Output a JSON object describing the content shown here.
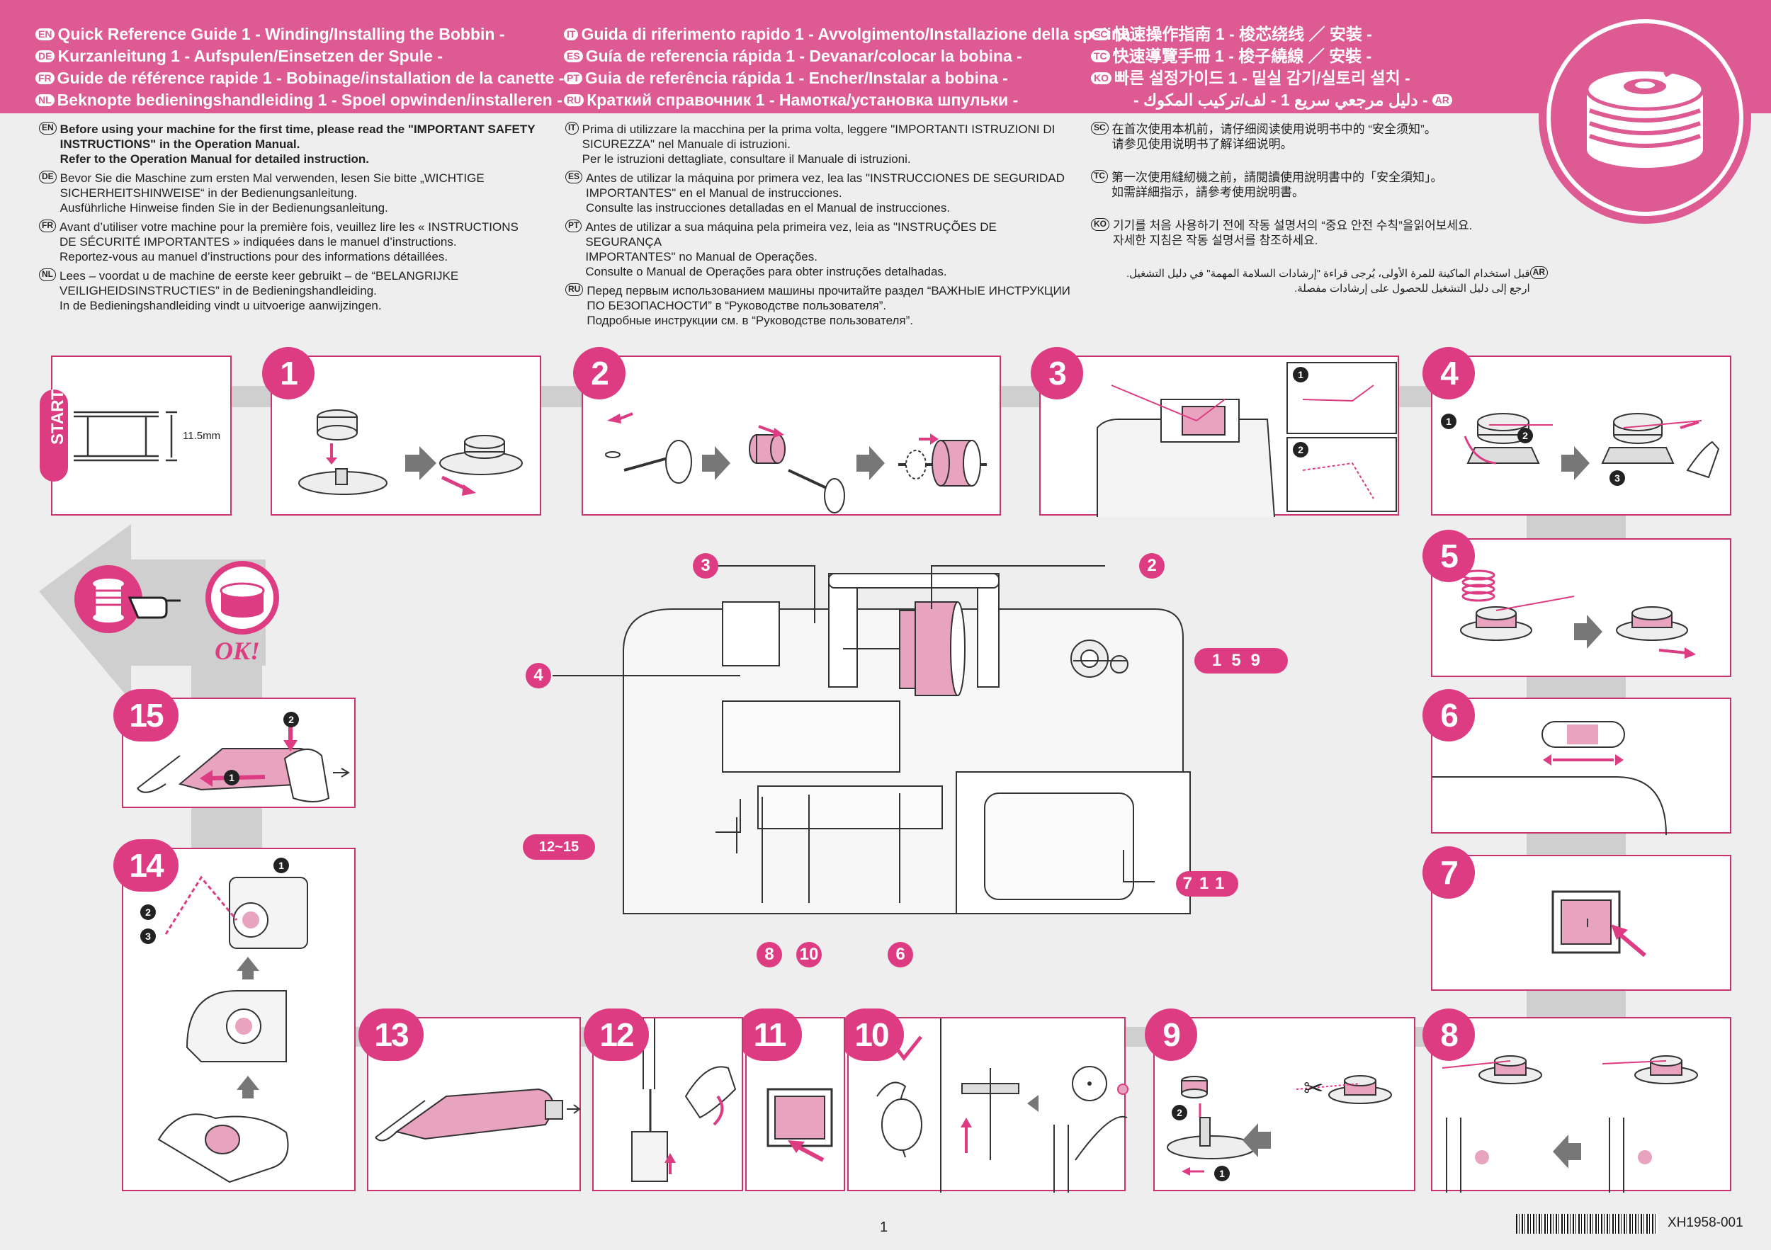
{
  "header": {
    "col1": [
      {
        "code": "EN",
        "text": "Quick Reference Guide 1 - Winding/Installing the Bobbin -"
      },
      {
        "code": "DE",
        "text": "Kurzanleitung 1 - Aufspulen/Einsetzen der Spule -"
      },
      {
        "code": "FR",
        "text": "Guide de référence rapide 1 - Bobinage/installation de la canette -"
      },
      {
        "code": "NL",
        "text": "Beknopte bedieningshandleiding 1 - Spoel opwinden/installeren -"
      }
    ],
    "col2": [
      {
        "code": "IT",
        "text": "Guida di riferimento rapido 1 - Avvolgimento/Installazione della spolina -"
      },
      {
        "code": "ES",
        "text": "Guía de referencia rápida 1 - Devanar/colocar la bobina -"
      },
      {
        "code": "PT",
        "text": "Guia de referência rápida 1 - Encher/Instalar a bobina -"
      },
      {
        "code": "RU",
        "text": "Краткий справочник 1 - Намотка/установка шпульки -"
      }
    ],
    "col3": [
      {
        "code": "SC",
        "text": "快速操作指南 1 - 梭芯绕线 ／ 安装 -"
      },
      {
        "code": "TC",
        "text": "快速導覽手冊 1 - 梭子繞線 ／ 安裝 -"
      },
      {
        "code": "KO",
        "text": "빠른 설정가이드 1 - 밑실 감기/실토리 설치 -"
      },
      {
        "code": "AR",
        "text": "- دليل مرجعي سريع 1 - لف/تركيب المكوك -"
      }
    ]
  },
  "intro": {
    "col1": [
      {
        "code": "EN",
        "text": "Before using your machine for the first time, please read the \"IMPORTANT SAFETY\nINSTRUCTIONS\" in the Operation Manual.\nRefer to the Operation Manual for detailed instruction.",
        "bold": true
      },
      {
        "code": "DE",
        "text": "Bevor Sie die Maschine zum ersten Mal verwenden, lesen Sie bitte „WICHTIGE\nSICHERHEITSHINWEISE“ in der Bedienungsanleitung.\nAusführliche Hinweise finden Sie in der Bedienungsanleitung."
      },
      {
        "code": "FR",
        "text": "Avant d’utiliser votre machine pour la première fois, veuillez lire les « INSTRUCTIONS\nDE SÉCURITÉ IMPORTANTES » indiquées dans le manuel d’instructions.\nReportez-vous au manuel d’instructions pour des informations détaillées."
      },
      {
        "code": "NL",
        "text": "Lees – voordat u de machine de eerste keer gebruikt – de “BELANGRIJKE\nVEILIGHEIDSINSTRUCTIES” in de Bedieningshandleiding.\nIn de Bedieningshandleiding vindt u uitvoerige aanwijzingen."
      }
    ],
    "col2": [
      {
        "code": "IT",
        "text": "Prima di utilizzare la macchina per la prima volta, leggere \"IMPORTANTI ISTRUZIONI DI\nSICUREZZA\" nel Manuale di istruzioni.\nPer le istruzioni dettagliate, consultare il Manuale di istruzioni."
      },
      {
        "code": "ES",
        "text": "Antes de utilizar la máquina por primera vez, lea las \"INSTRUCCIONES DE SEGURIDAD\nIMPORTANTES\" en el Manual de instrucciones.\nConsulte las instrucciones detalladas en el Manual de instrucciones."
      },
      {
        "code": "PT",
        "text": "Antes de utilizar a sua máquina pela primeira vez, leia as \"INSTRUÇÕES DE SEGURANÇA\nIMPORTANTES\" no Manual de Operações.\nConsulte o Manual de Operações para obter instruções detalhadas."
      },
      {
        "code": "RU",
        "text": "Перед первым использованием машины прочитайте раздел “ВАЖНЫЕ ИНСТРУКЦИИ\nПО БЕЗОПАСНОСТИ” в “Руководстве пользователя”.\nПодробные инструкции см. в “Руководстве пользователя”."
      }
    ],
    "col3": [
      {
        "code": "SC",
        "text": "在首次使用本机前，请仔细阅读使用说明书中的 “安全须知”。\n请参见使用说明书了解详细说明。"
      },
      {
        "code": "TC",
        "text": "第一次使用縫紉機之前，請閱讀使用說明書中的「安全須知」。\n如需詳細指示，請參考使用說明書。"
      },
      {
        "code": "KO",
        "text": "기기를 처음 사용하기 전에 작동 설명서의 “중요 안전 수칙”을읽어보세요.\n자세한 지침은 작동 설명서를 참조하세요."
      },
      {
        "code": "AR",
        "text": "قبل استخدام الماكينة للمرة الأولى، يُرجى قراءة \"إرشادات السلامة المهمة\" في دليل التشغيل.\nارجع إلى دليل التشغيل للحصول على إرشادات مفصلة."
      }
    ]
  },
  "start": {
    "label": "START",
    "dimension": "11.5mm"
  },
  "ok_label": "OK!",
  "steps": [
    "1",
    "2",
    "3",
    "4",
    "5",
    "6",
    "7",
    "8",
    "9",
    "10",
    "11",
    "12",
    "13",
    "14",
    "15"
  ],
  "machine_callouts": {
    "c3": "3",
    "c2": "2",
    "c4": "4",
    "c159": "159",
    "c1215": "12~15",
    "c711": "711",
    "c8": "8",
    "c10": "10",
    "c6": "6"
  },
  "footer": {
    "page": "1",
    "code": "XH1958-001"
  },
  "colors": {
    "brand": "#dd5a93",
    "accent": "#dd3c83",
    "thread": "#e8a3bf",
    "band": "#cfcfcf"
  }
}
